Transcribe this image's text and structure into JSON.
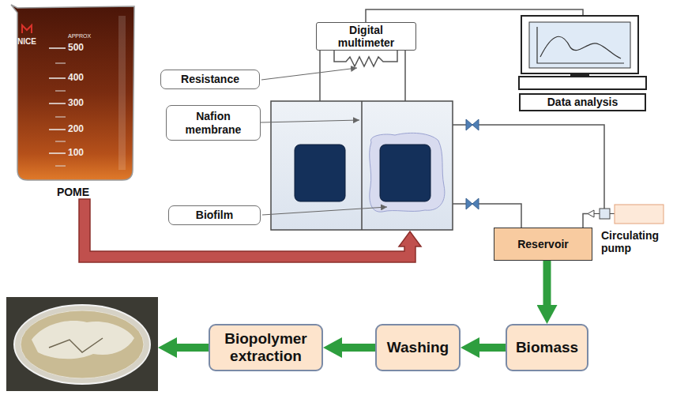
{
  "diagram": {
    "nodes": [
      {
        "text": [
          "POME"
        ]
      },
      {
        "text": [
          "Digital multimeter"
        ]
      },
      {
        "text": [
          "Resistance"
        ]
      },
      {
        "text": [
          "Nafion membrane"
        ]
      },
      {
        "text": [
          "Data analysis"
        ]
      },
      {
        "text": [
          "Biofilm"
        ]
      },
      {
        "text": [
          "Circulating pump"
        ]
      },
      {
        "text": [
          "Reservoir"
        ]
      },
      {
        "text": [
          "Biopolymer extraction"
        ]
      },
      {
        "text": [
          "Washing"
        ]
      },
      {
        "text": [
          "Biomass"
        ]
      }
    ],
    "edges": [
      {
        "from": 7,
        "to": 10,
        "arrow": "to"
      },
      {
        "from": 10,
        "to": 9,
        "arrow": "to"
      },
      {
        "from": 9,
        "to": 8,
        "arrow": "to"
      }
    ],
    "labels": [
      "NICE",
      "APPROX",
      "500",
      "400",
      "300",
      "200",
      "100"
    ]
  }
}
